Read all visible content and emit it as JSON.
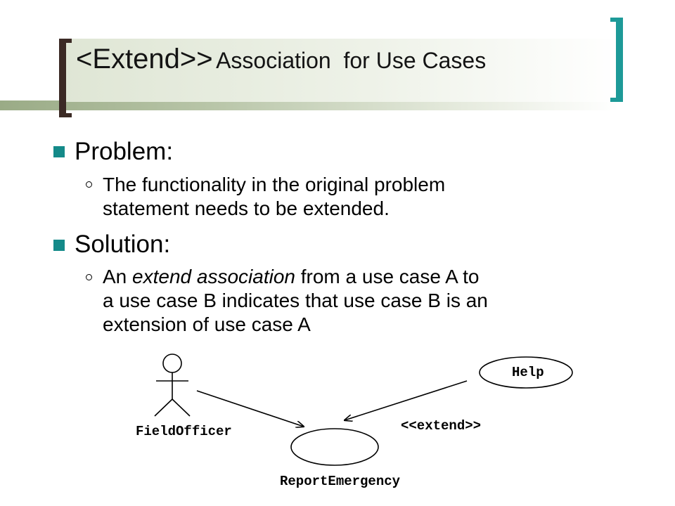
{
  "slide": {
    "title_main": "<Extend>>",
    "title_sub": "Association  for Use Cases"
  },
  "bullets": [
    {
      "heading": "Problem:",
      "sub_lines": [
        "The functionality in the original problem",
        "statement needs to be extended."
      ]
    },
    {
      "heading": "Solution:",
      "sub_line1_pre": "An ",
      "sub_line1_em": "extend association",
      "sub_line1_post": " from a use case A to",
      "sub_line2": "a use case B indicates that use case B is an",
      "sub_line3": "extension of use case A"
    }
  ],
  "diagram": {
    "actor_label": "FieldOfficer",
    "use_case_main": "ReportEmergency",
    "use_case_extension": "Help",
    "relation_label": "<<extend>>"
  },
  "colors": {
    "left_bracket": "#3b2a25",
    "right_bracket": "#1d9a98",
    "bullet_square": "#148a89"
  }
}
